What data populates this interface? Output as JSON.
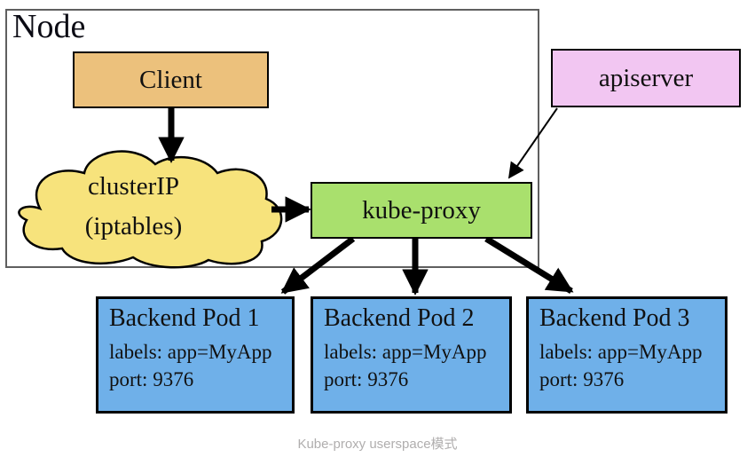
{
  "diagram": {
    "node_label": "Node",
    "client_label": "Client",
    "cluster_ip": {
      "line1": "clusterIP",
      "line2": "(iptables)"
    },
    "kube_proxy_label": "kube-proxy",
    "apiserver_label": "apiserver",
    "pods": [
      {
        "title": "Backend Pod 1",
        "labels": "labels: app=MyApp",
        "port": "port: 9376"
      },
      {
        "title": "Backend Pod 2",
        "labels": "labels: app=MyApp",
        "port": "port: 9376"
      },
      {
        "title": "Backend Pod 3",
        "labels": "labels: app=MyApp",
        "port": "port: 9376"
      }
    ],
    "caption": "Kube-proxy userspace模式",
    "colors": {
      "client_fill": "#ecc17c",
      "cloud_fill": "#f7e37c",
      "kube_proxy_fill": "#a9e06d",
      "apiserver_fill": "#f2c6f2",
      "pod_fill": "#6fb0e9",
      "node_border": "#5f5f5f",
      "arrow": "#000000",
      "caption_color": "#b0aeae"
    }
  }
}
